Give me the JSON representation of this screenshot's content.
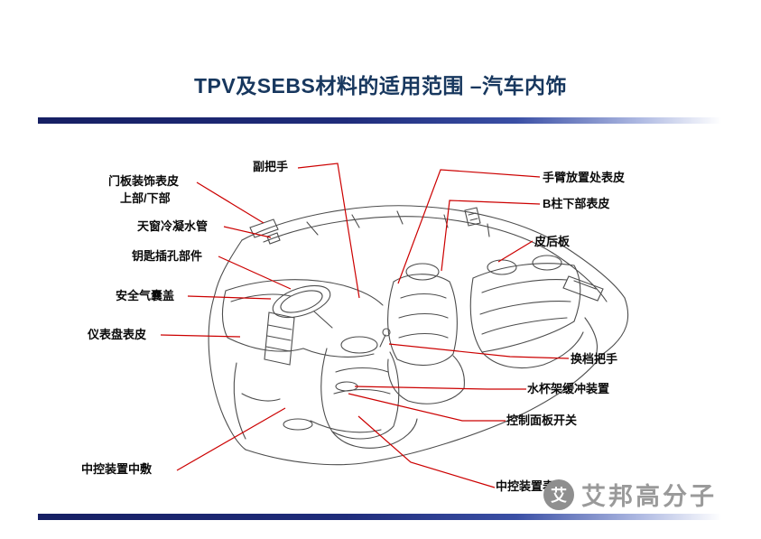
{
  "slide": {
    "title": "TPV及SEBS材料的适用范围 –汽车内饰",
    "title_color": "#17375E",
    "divider_color": "#1F2C7B",
    "leader_line_color": "#CC0000",
    "sketch_line_color": "#4D4D4D"
  },
  "diagram": {
    "subject": "car-interior-cutaway-line-drawing",
    "labels": {
      "aux_handle": "副把手",
      "door_panel_skin_line1": "门板装饰表皮",
      "door_panel_skin_line2": "上部/下部",
      "sunroof_drain_pipe": "天窗冷凝水管",
      "key_slot_part": "钥匙插孔部件",
      "airbag_cover": "安全气囊盖",
      "dashboard_skin": "仪表盘表皮",
      "center_console_inlay": "中控装置中敷",
      "armrest_skin": "手臂放置处表皮",
      "b_pillar_lower_skin": "B柱下部表皮",
      "rear_panel_skin": "皮后板",
      "gear_shift_handle": "换档把手",
      "cup_holder_damper": "水杯架缓冲装置",
      "control_panel_switch": "控制面板开关",
      "center_console_skin": "中控装置表皮"
    }
  },
  "watermark": {
    "brand": "艾邦高分子",
    "logo_glyph": "艾"
  }
}
